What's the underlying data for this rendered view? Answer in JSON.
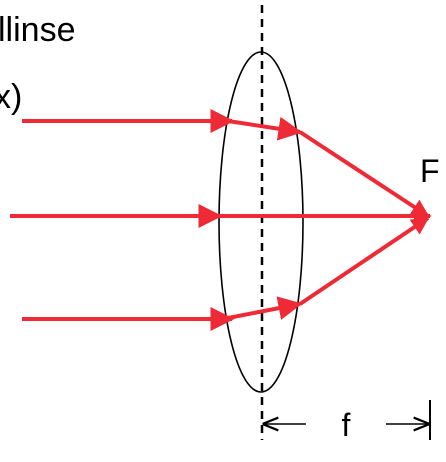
{
  "title_lines": [
    "llinse",
    "x)"
  ],
  "focal_point_label": "F",
  "focal_length_label": "f",
  "colors": {
    "ray": "#ee2a36",
    "outline": "#000000",
    "background": "#ffffff"
  }
}
